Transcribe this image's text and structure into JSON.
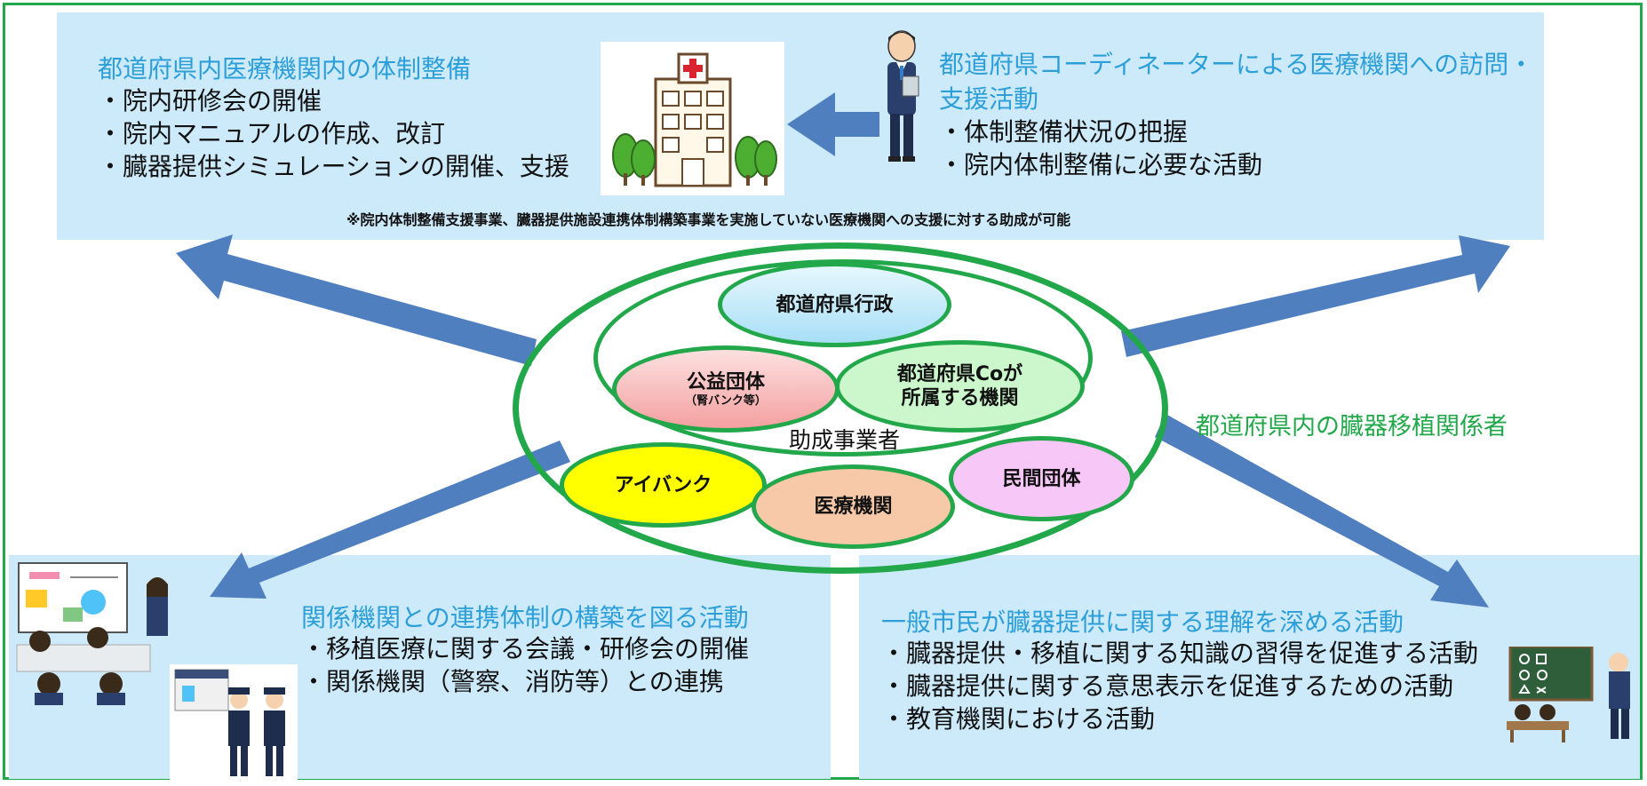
{
  "top_left": {
    "title": "都道府県内医療機関内の体制整備",
    "items": [
      "・院内研修会の開催",
      "・院内マニュアルの作成、改訂",
      "・臓器提供シミュレーションの開催、支援"
    ]
  },
  "top_right": {
    "title_line1": "都道府県コーディネーターによる医療機関への訪問・",
    "title_line2": "支援活動",
    "items": [
      "・体制整備状況の把握",
      "・院内体制整備に必要な活動"
    ]
  },
  "note": "※院内体制整備支援事業、臓器提供施設連携体制構築事業を実施していない医療機関への支援に対する助成が可能",
  "center": {
    "inner_label": "助成事業者",
    "outer_label": "都道府県内の臓器移植関係者",
    "ovals": {
      "prefecture_admin": "都道府県行政",
      "public_org": "公益団体",
      "public_org_sub": "（腎バンク等）",
      "co_org_line1": "都道府県Coが",
      "co_org_line2": "所属する機関",
      "eye_bank": "アイバンク",
      "medical": "医療機関",
      "private_org": "民間団体"
    },
    "colors": {
      "ring": "#22a84a",
      "prefecture_admin": "#bfe9fb",
      "public_org": "#f7a8a8",
      "co_org": "#ccf7cc",
      "eye_bank": "#ffff00",
      "medical": "#f8c9a8",
      "private_org": "#f7c8f7"
    }
  },
  "bottom_left": {
    "title": "関係機関との連携体制の構築を図る活動",
    "items": [
      "・移植医療に関する会議・研修会の開催",
      "・関係機関（警察、消防等）との連携"
    ]
  },
  "bottom_right": {
    "title": "一般市民が臓器提供に関する理解を深める活動",
    "items": [
      "・臓器提供・移植に関する知識の習得を促進する活動",
      "・臓器提供に関する意思表示を促進するための活動",
      "・教育機関における活動"
    ]
  },
  "colors": {
    "accent_blue": "#2d9fd8",
    "arrow_blue": "#4f7fbf",
    "panel_bg": "#cdeafb",
    "green": "#22a84a"
  },
  "icons": [
    "hospital-illustration",
    "coordinator-illustration",
    "meeting-illustration",
    "police-illustration",
    "classroom-illustration"
  ]
}
